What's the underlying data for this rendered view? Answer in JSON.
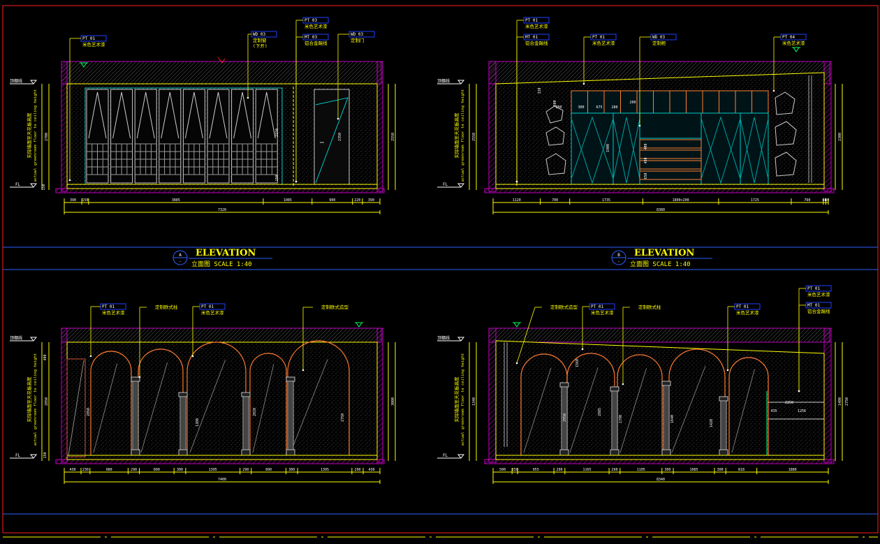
{
  "colors": {
    "background": "#000000",
    "frame": "#ff2020",
    "band": "#3060ff",
    "dimension": "#ffff00",
    "wall": "#c000c0",
    "tag": "#0000ff",
    "arch": "#ff7a30",
    "cabinet": "#00c8c8"
  },
  "icons": {
    "level": "level-marker-triangle-icon",
    "section": "section-bubble-icon"
  },
  "labels": {
    "level_ceiling": "顶棚线",
    "level_floor": "FL",
    "side_note_cn": "实际墙面至天花板高度",
    "side_note_en": "actual greenroom floor to ceiling height"
  },
  "views": [
    {
      "id": "A",
      "title": "ELEVATION",
      "subtitle": "立面图  SCALE 1:40",
      "tags": [
        {
          "code": "PT  01",
          "text": "米色艺术漆"
        },
        {
          "code": "WD  03",
          "text": "定制窗",
          "text2": "(下开)"
        },
        {
          "code": "PT  03",
          "text": "米色艺术漆"
        },
        {
          "code": "MT  03",
          "text": "铝合金踢线"
        },
        {
          "code": "WD  03",
          "text": "定制门"
        }
      ],
      "bottom_dims": [
        "390",
        "150",
        "3885",
        "1085",
        "900",
        "220",
        "390"
      ],
      "total": "7320",
      "height_dims": [
        "2700",
        "2550"
      ],
      "inner_dims": [
        "2150",
        "2350",
        "150",
        "150"
      ]
    },
    {
      "id": "B",
      "title": "ELEVATION",
      "subtitle": "立面图  SCALE 1:40",
      "tags": [
        {
          "code": "PT  01",
          "text": "米色艺术漆"
        },
        {
          "code": "MT  01",
          "text": "铝合金踢线"
        },
        {
          "code": "PT  01",
          "text": "米色艺术漆"
        },
        {
          "code": "WD  03",
          "text": "定制柜"
        },
        {
          "code": "PT  04",
          "text": "米色艺术漆"
        }
      ],
      "bottom_dims": [
        "1120",
        "700",
        "1735",
        "1800+200",
        "1725",
        "760",
        "60",
        "60"
      ],
      "total": "8380",
      "height_dims": [
        "2550",
        "2300"
      ],
      "inner_dims": [
        "300",
        "300",
        "675",
        "280",
        "200",
        "320",
        "600",
        "1900",
        "400",
        "450",
        "650"
      ]
    },
    {
      "id": "C",
      "tags": [
        {
          "code": "PT  01",
          "text": "米色艺术漆"
        },
        {
          "code": "",
          "text": "定制欧式柱"
        },
        {
          "code": "PT  01",
          "text": "米色艺术漆"
        },
        {
          "code": "",
          "text": "定制欧式造型"
        }
      ],
      "bottom_dims": [
        "430",
        "230",
        "980",
        "290",
        "890",
        "300",
        "1395",
        "290",
        "890",
        "300",
        "1395",
        "290",
        "430"
      ],
      "total": "7400",
      "height_dims": [
        "2850",
        "3000"
      ],
      "inner_dims": [
        "2850",
        "1380",
        "2810",
        "2750",
        "400",
        "150"
      ]
    },
    {
      "id": "D",
      "tags": [
        {
          "code": "",
          "text": "定制欧式造型"
        },
        {
          "code": "PT  01",
          "text": "米色艺术漆"
        },
        {
          "code": "",
          "text": "定制欧式柱"
        },
        {
          "code": "PT  01",
          "text": "米色艺术漆"
        },
        {
          "code": "PT  01",
          "text": "米色艺术漆"
        },
        {
          "code": "MT  01",
          "text": "铝合金踢线"
        }
      ],
      "bottom_dims": [
        "500",
        "150",
        "955",
        "290",
        "1165",
        "290",
        "1105",
        "300",
        "1085",
        "300",
        "818",
        "1886"
      ],
      "total": "8340",
      "height_dims": [
        "1340",
        "1400",
        "2750"
      ],
      "inner_dims": [
        "2950",
        "1560",
        "2885",
        "1790",
        "1640",
        "1420",
        "2250",
        "435",
        "1256"
      ]
    }
  ]
}
